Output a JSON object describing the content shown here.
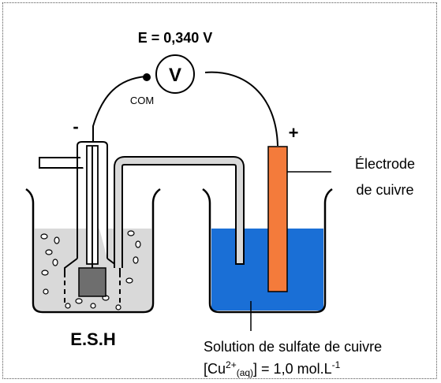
{
  "voltage_label": "E = 0,340 V",
  "voltmeter_symbol": "V",
  "com_label": "COM",
  "minus_sign": "-",
  "plus_sign": "+",
  "electrode_label_line1": "Électrode",
  "electrode_label_line2": "de cuivre",
  "esh_label": "E.S.H",
  "solution_label": "Solution de sulfate de cuivre",
  "concentration": {
    "prefix": "[Cu",
    "sup_charge": "2+",
    "sub_state": "(aq)",
    "equals": "] = 1,0 mol.L",
    "unit_exp": "-1"
  },
  "colors": {
    "copper": "#f47b3b",
    "solution": "#1a6fd6",
    "esh_solution": "#d9d9d9",
    "metal": "#6e6e6e"
  }
}
